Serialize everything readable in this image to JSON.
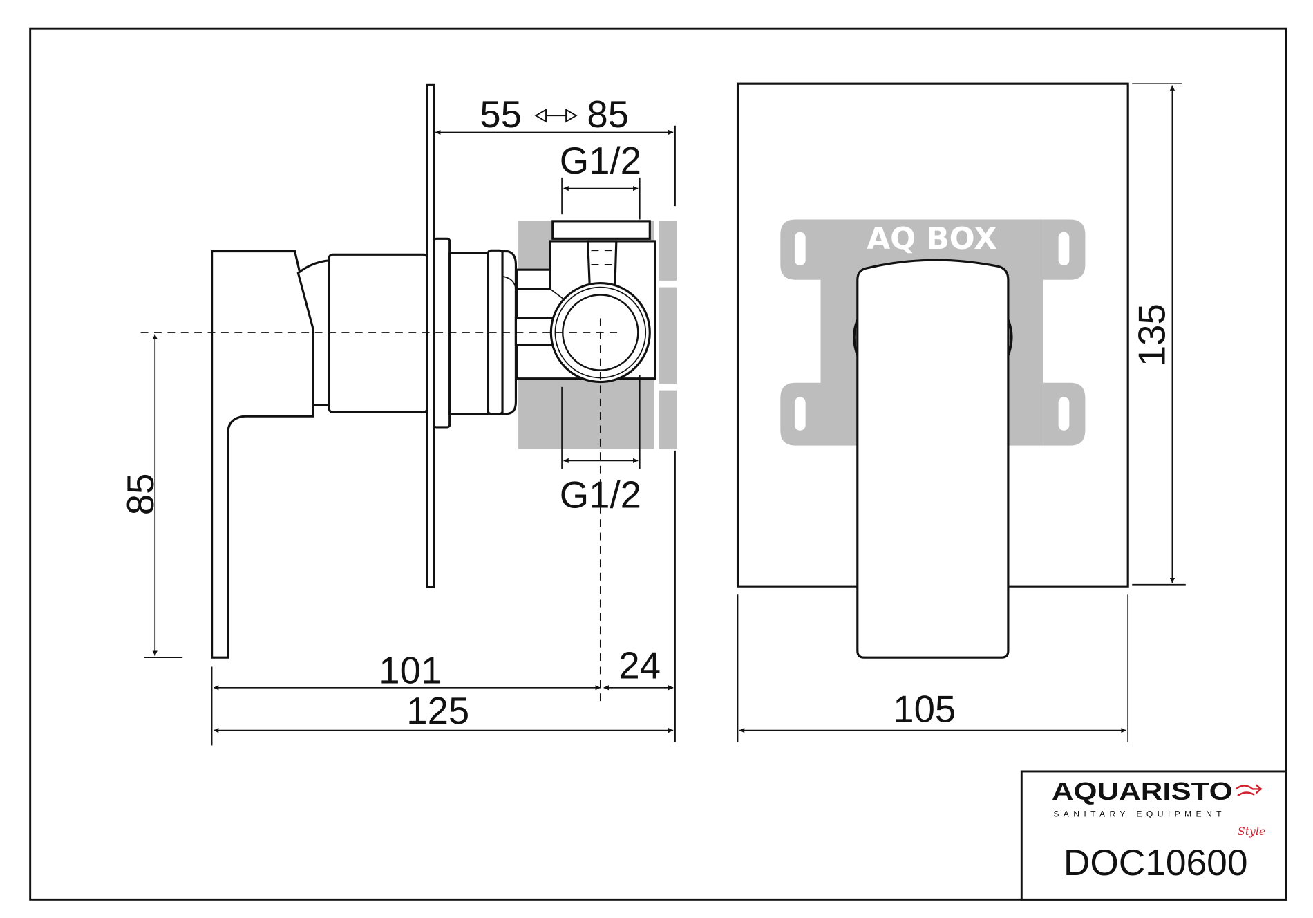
{
  "drawing": {
    "side_view": {
      "depth_range": {
        "min": "55",
        "max": "85"
      },
      "thread_top": "G1/2",
      "thread_bottom": "G1/2",
      "handle_height": "85",
      "length_to_axis": "101",
      "axis_to_back": "24",
      "total_length": "125"
    },
    "front_view": {
      "box_label": "AQ BOX",
      "plate_height": "135",
      "plate_width": "105"
    }
  },
  "title_block": {
    "brand": "AQUARISTO",
    "brand_sub": "SANITARY EQUIPMENT",
    "brand_script": "Style",
    "document_code": "DOC10600"
  },
  "colors": {
    "line": "#111111",
    "box_fill": "#bdbdbd",
    "brand_red": "#d0202e"
  }
}
